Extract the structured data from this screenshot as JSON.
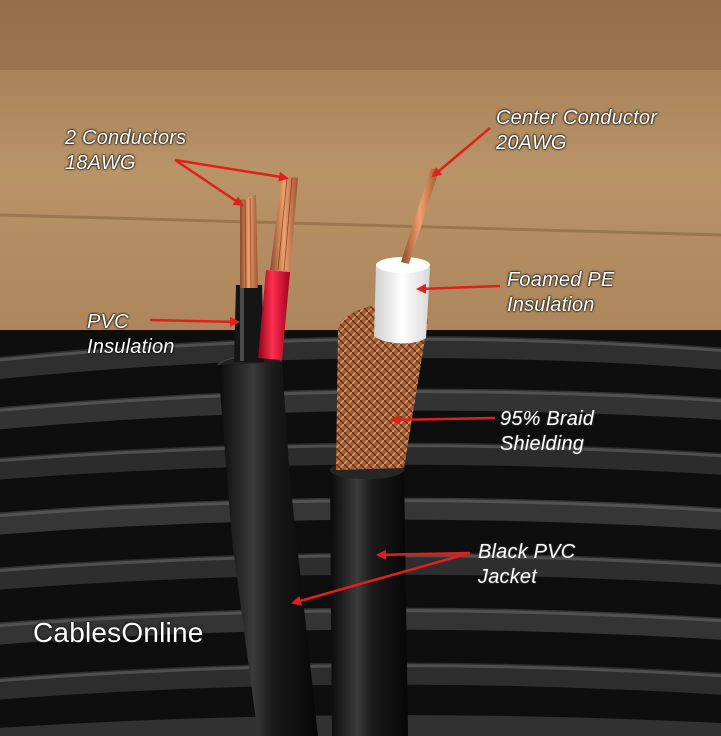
{
  "labels": {
    "two_conductors": {
      "line1": "2 Conductors",
      "line2": "18AWG"
    },
    "center_conductor": {
      "line1": "Center Conductor",
      "line2": "20AWG"
    },
    "foamed_pe": {
      "line1": "Foamed PE",
      "line2": "Insulation"
    },
    "pvc_insulation": {
      "line1": "PVC",
      "line2": "Insulation"
    },
    "braid_shielding": {
      "line1": "95% Braid",
      "line2": "Shielding"
    },
    "black_pvc_jacket": {
      "line1": "Black PVC",
      "line2": "Jacket"
    }
  },
  "brand": "CablesOnline",
  "colors": {
    "arrow": "#e0201c",
    "cardboard": "#b58f63",
    "cable": "#151515",
    "copper": "#c9744a",
    "red_wire": "#d8102a",
    "foam": "#f2f2f2"
  }
}
